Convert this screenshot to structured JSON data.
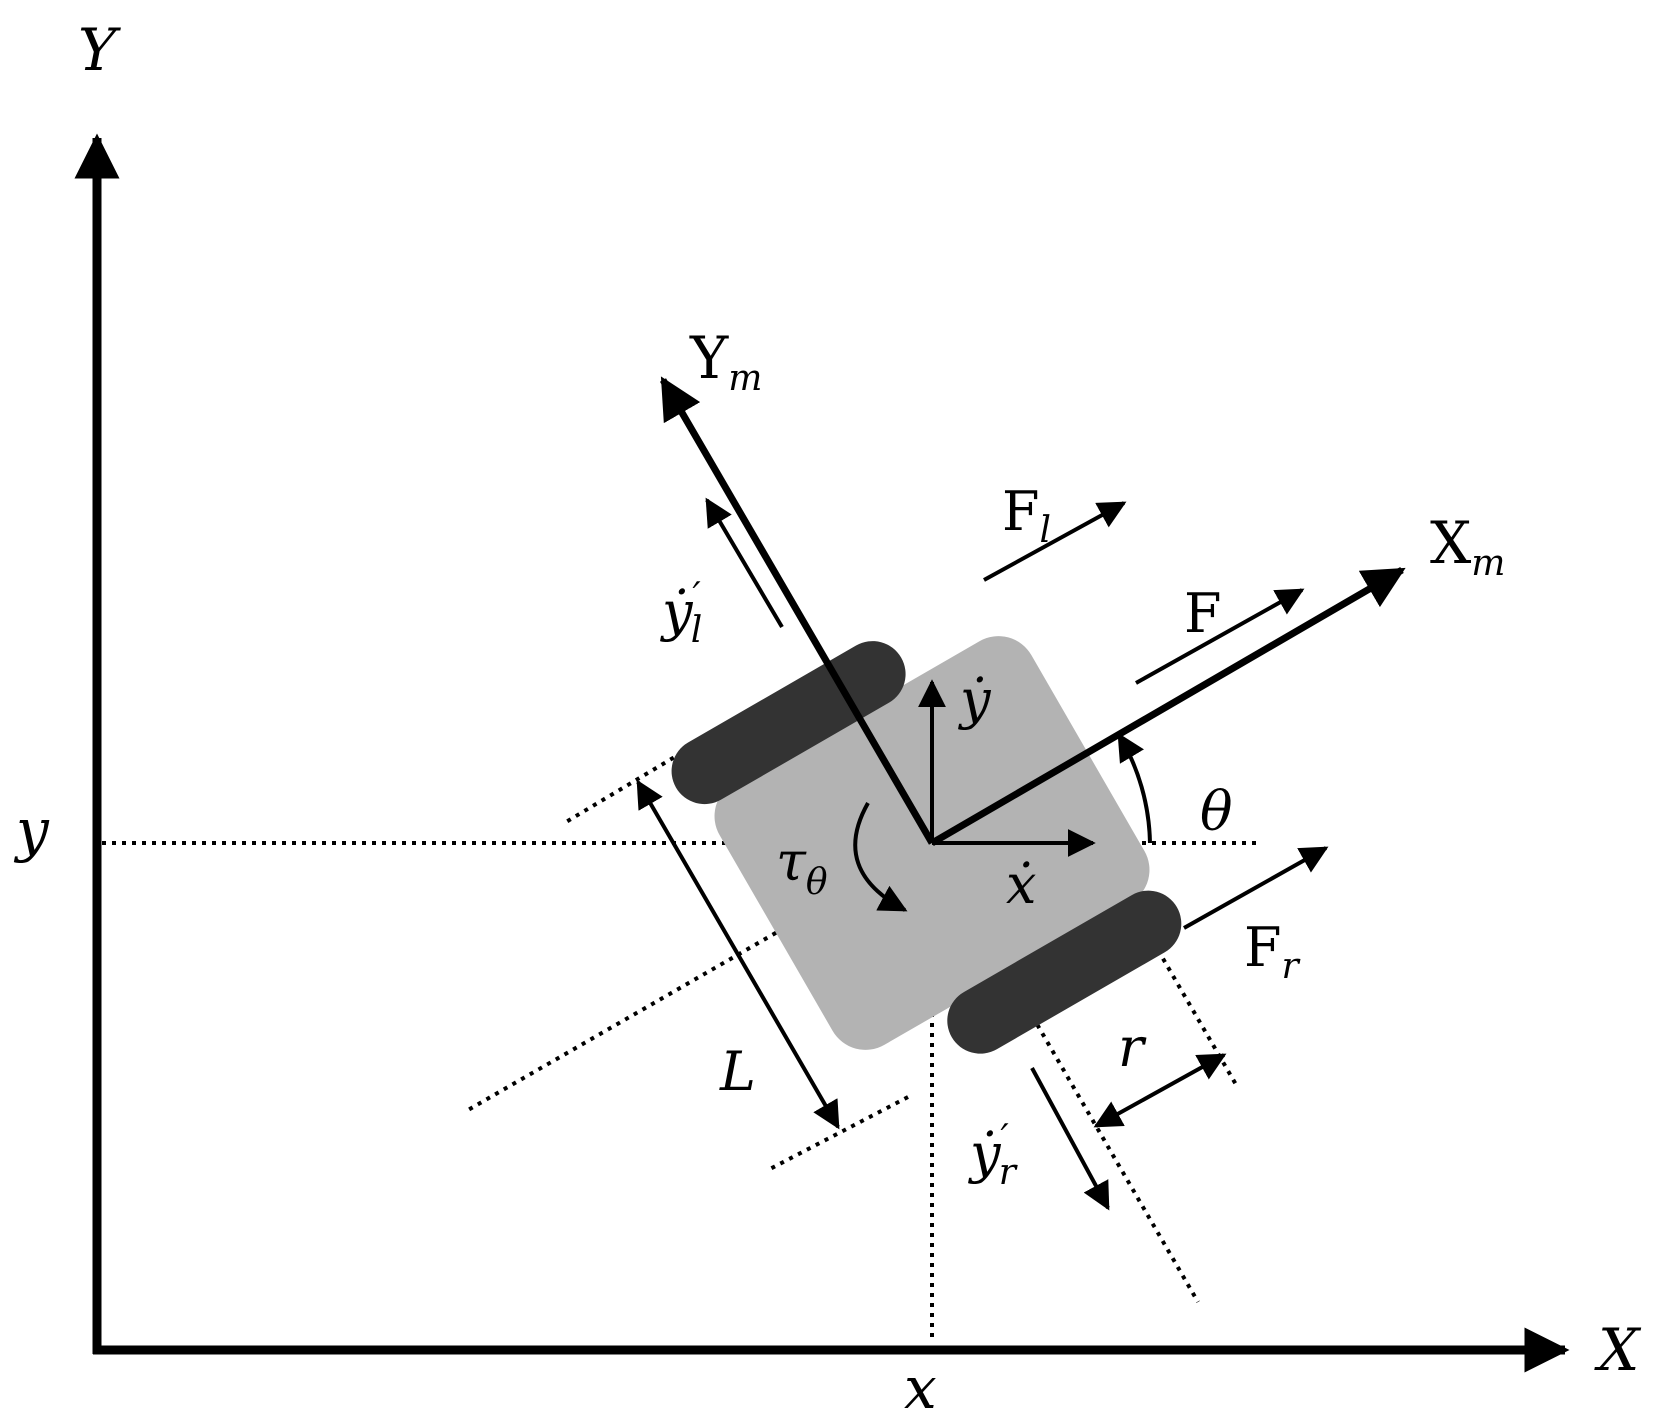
{
  "colors": {
    "background": "#ffffff",
    "ink": "#000000",
    "body": "#b3b3b3",
    "wheel": "#333333"
  },
  "axes": {
    "X": "X",
    "Y": "Y",
    "x_coord": "x",
    "y_coord": "y"
  },
  "robot_frame": {
    "Xm": {
      "base": "X",
      "sub": "m"
    },
    "Ym": {
      "base": "Y",
      "sub": "m"
    },
    "theta": "θ"
  },
  "velocities": {
    "x_dot": "ẋ",
    "y_dot": "ẏ",
    "y_l_prime_dot": {
      "base": "ẏ",
      "prime": "′",
      "sub": "l"
    },
    "y_r_prime_dot": {
      "base": "ẏ",
      "prime": "′",
      "sub": "r"
    }
  },
  "forces": {
    "F": "F",
    "Fl": {
      "base": "F",
      "sub": "l"
    },
    "Fr": {
      "base": "F",
      "sub": "r"
    },
    "tau": {
      "base": "τ",
      "sub": "θ"
    }
  },
  "dimensions": {
    "L": "L",
    "r": "r"
  }
}
